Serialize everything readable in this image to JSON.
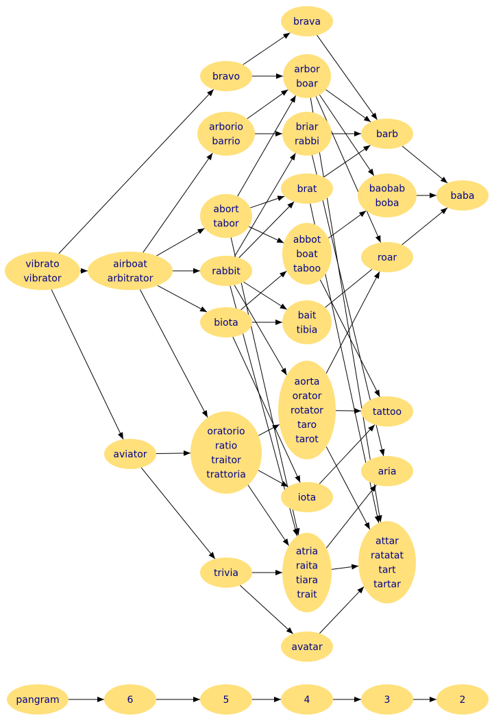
{
  "nodes": {
    "vibrato": {
      "lines": [
        "vibrato",
        "vibrator"
      ]
    },
    "airboat": {
      "lines": [
        "airboat",
        "arbitrator"
      ]
    },
    "aviator": {
      "lines": [
        "aviator"
      ]
    },
    "bravo": {
      "lines": [
        "bravo"
      ]
    },
    "brava": {
      "lines": [
        "brava"
      ]
    },
    "arbor": {
      "lines": [
        "arbor",
        "boar"
      ]
    },
    "arborio": {
      "lines": [
        "arborio",
        "barrio"
      ]
    },
    "briar": {
      "lines": [
        "briar",
        "rabbi"
      ]
    },
    "barb": {
      "lines": [
        "barb"
      ]
    },
    "abort": {
      "lines": [
        "abort",
        "tabor"
      ]
    },
    "brat": {
      "lines": [
        "brat"
      ]
    },
    "baobab": {
      "lines": [
        "baobab",
        "boba"
      ]
    },
    "baba": {
      "lines": [
        "baba"
      ]
    },
    "rabbit": {
      "lines": [
        "rabbit"
      ]
    },
    "abbot": {
      "lines": [
        "abbot",
        "boat",
        "taboo"
      ]
    },
    "roar": {
      "lines": [
        "roar"
      ]
    },
    "biota": {
      "lines": [
        "biota"
      ]
    },
    "bait": {
      "lines": [
        "bait",
        "tibia"
      ]
    },
    "aorta": {
      "lines": [
        "aorta",
        "orator",
        "rotator",
        "taro",
        "tarot"
      ]
    },
    "tattoo": {
      "lines": [
        "tattoo"
      ]
    },
    "oratorio": {
      "lines": [
        "oratorio",
        "ratio",
        "traitor",
        "trattoria"
      ]
    },
    "aria": {
      "lines": [
        "aria"
      ]
    },
    "iota": {
      "lines": [
        "iota"
      ]
    },
    "trivia": {
      "lines": [
        "trivia"
      ]
    },
    "atria": {
      "lines": [
        "atria",
        "raita",
        "tiara",
        "trait"
      ]
    },
    "attar": {
      "lines": [
        "attar",
        "ratatat",
        "tart",
        "tartar"
      ]
    },
    "avatar": {
      "lines": [
        "avatar"
      ]
    },
    "pangram": {
      "lines": [
        "pangram"
      ]
    },
    "l6": {
      "lines": [
        "6"
      ]
    },
    "l5": {
      "lines": [
        "5"
      ]
    },
    "l4": {
      "lines": [
        "4"
      ]
    },
    "l3": {
      "lines": [
        "3"
      ]
    },
    "l2": {
      "lines": [
        "2"
      ]
    }
  },
  "edges": [
    [
      "vibrato",
      "airboat"
    ],
    [
      "vibrato",
      "bravo"
    ],
    [
      "vibrato",
      "aviator"
    ],
    [
      "airboat",
      "arborio"
    ],
    [
      "airboat",
      "abort"
    ],
    [
      "airboat",
      "rabbit"
    ],
    [
      "airboat",
      "biota"
    ],
    [
      "airboat",
      "oratorio"
    ],
    [
      "bravo",
      "brava"
    ],
    [
      "bravo",
      "arbor"
    ],
    [
      "brava",
      "barb"
    ],
    [
      "arbor",
      "barb"
    ],
    [
      "arbor",
      "baobab"
    ],
    [
      "arbor",
      "roar"
    ],
    [
      "arbor",
      "attar"
    ],
    [
      "arborio",
      "arbor"
    ],
    [
      "arborio",
      "briar"
    ],
    [
      "briar",
      "barb"
    ],
    [
      "briar",
      "aria"
    ],
    [
      "barb",
      "baba"
    ],
    [
      "abort",
      "arbor"
    ],
    [
      "abort",
      "brat"
    ],
    [
      "abort",
      "abbot"
    ],
    [
      "abort",
      "atria"
    ],
    [
      "brat",
      "barb"
    ],
    [
      "brat",
      "attar"
    ],
    [
      "baobab",
      "baba"
    ],
    [
      "rabbit",
      "briar"
    ],
    [
      "rabbit",
      "brat"
    ],
    [
      "rabbit",
      "bait"
    ],
    [
      "rabbit",
      "aorta"
    ],
    [
      "rabbit",
      "atria"
    ],
    [
      "abbot",
      "baobab"
    ],
    [
      "abbot",
      "tattoo"
    ],
    [
      "biota",
      "abbot"
    ],
    [
      "biota",
      "bait"
    ],
    [
      "biota",
      "iota"
    ],
    [
      "bait",
      "baba"
    ],
    [
      "aorta",
      "roar"
    ],
    [
      "aorta",
      "tattoo"
    ],
    [
      "aorta",
      "attar"
    ],
    [
      "aviator",
      "oratorio"
    ],
    [
      "aviator",
      "trivia"
    ],
    [
      "oratorio",
      "aorta"
    ],
    [
      "oratorio",
      "iota"
    ],
    [
      "oratorio",
      "atria"
    ],
    [
      "iota",
      "tattoo"
    ],
    [
      "trivia",
      "atria"
    ],
    [
      "trivia",
      "avatar"
    ],
    [
      "atria",
      "aria"
    ],
    [
      "atria",
      "attar"
    ],
    [
      "avatar",
      "attar"
    ],
    [
      "pangram",
      "l6"
    ],
    [
      "l6",
      "l5"
    ],
    [
      "l5",
      "l4"
    ],
    [
      "l4",
      "l3"
    ],
    [
      "l3",
      "l2"
    ]
  ]
}
